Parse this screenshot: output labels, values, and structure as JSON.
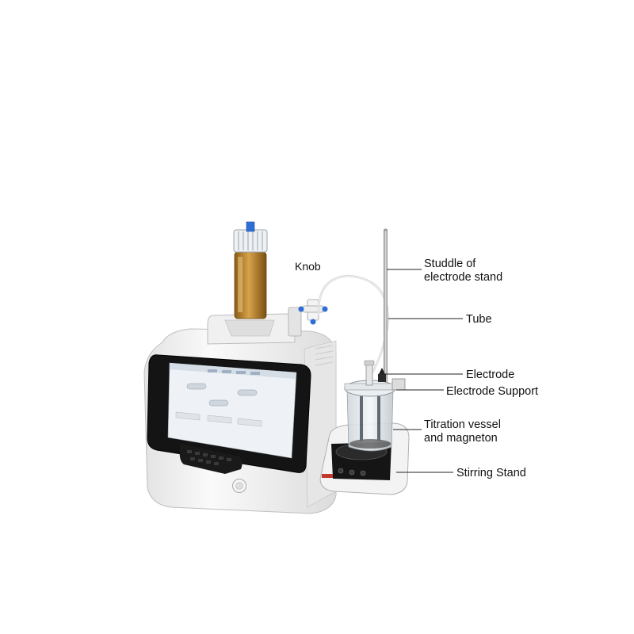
{
  "labels": {
    "knob": "Knob",
    "studdle_line1": "Studdle of",
    "studdle_line2": "electrode stand",
    "tube": "Tube",
    "electrode": "Electrode",
    "electrode_support": "Electrode Support",
    "vessel_line1": "Titration vessel",
    "vessel_line2": "and magneton",
    "stirring_stand": "Stirring Stand"
  },
  "colors": {
    "reagent": "#b9862a",
    "screen_bezel": "#141414",
    "screen": "#eef1f5",
    "body": "#f2f2f2",
    "accent_blue": "#2d6fd6"
  }
}
